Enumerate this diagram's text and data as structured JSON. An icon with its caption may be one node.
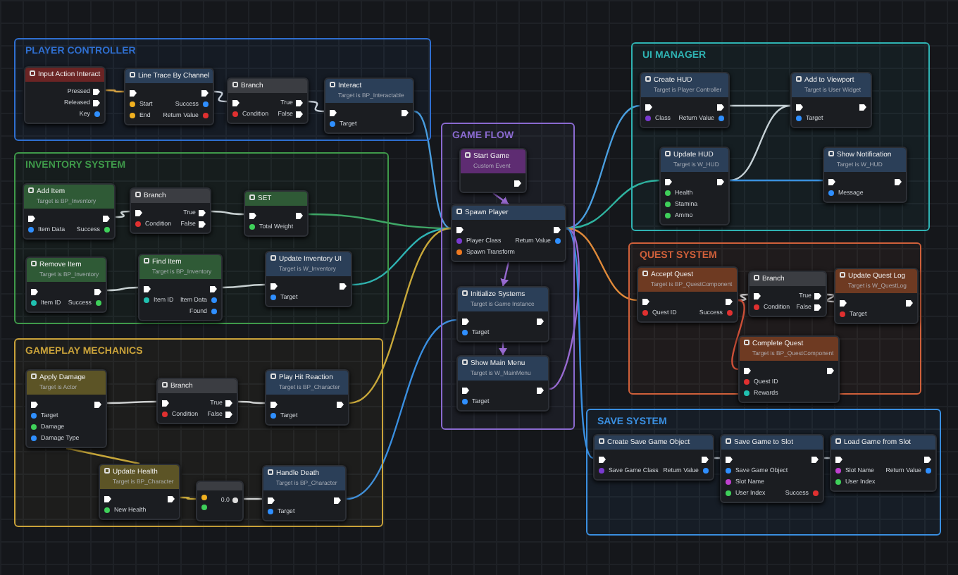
{
  "diagram": {
    "nodes": [
      {
        "text": [
          "PLAYER CONTROLLER"
        ]
      },
      {
        "text": [
          "Input Action Interact",
          "Pressed",
          "Released",
          "Key"
        ],
        "in": 0
      },
      {
        "text": [
          "Line Trace By Channel",
          "Start",
          "End",
          "Success",
          "Return Value"
        ],
        "in": 0
      },
      {
        "text": [
          "Branch",
          "Condition",
          "True",
          "False"
        ],
        "in": 0
      },
      {
        "text": [
          "Interact",
          "Target is BP_Interactable",
          "Target"
        ],
        "in": 0
      },
      {
        "text": [
          "INVENTORY SYSTEM"
        ]
      },
      {
        "text": [
          "Add Item",
          "Target is BP_Inventory",
          "Item Data",
          "Success"
        ],
        "in": 5
      },
      {
        "text": [
          "Branch",
          "Condition",
          "True",
          "False"
        ],
        "in": 5
      },
      {
        "text": [
          "SET",
          "Total Weight"
        ],
        "in": 5
      },
      {
        "text": [
          "Remove Item",
          "Target is BP_Inventory",
          "Item ID",
          "Success"
        ],
        "in": 5
      },
      {
        "text": [
          "Find Item",
          "Target is BP_Inventory",
          "Item ID",
          "Item Data",
          "Found"
        ],
        "in": 5
      },
      {
        "text": [
          "Update Inventory UI",
          "Target is W_Inventory",
          "Target"
        ],
        "in": 5
      },
      {
        "text": [
          "GAMEPLAY MECHANICS"
        ]
      },
      {
        "text": [
          "Apply Damage",
          "Target is Actor",
          "Target",
          "Damage",
          "Damage Type"
        ],
        "in": 12
      },
      {
        "text": [
          "Branch",
          "Condition",
          "True",
          "False"
        ],
        "in": 12
      },
      {
        "text": [
          "Play Hit Reaction",
          "Target is BP_Character",
          "Target"
        ],
        "in": 12
      },
      {
        "text": [
          "Update Health",
          "Target is BP_Character",
          "New Health"
        ],
        "in": 12
      },
      {
        "text": [
          "0.0"
        ],
        "in": 12
      },
      {
        "text": [
          "Handle Death",
          "Target is BP_Character",
          "Target"
        ],
        "in": 12
      },
      {
        "text": [
          "GAME FLOW"
        ]
      },
      {
        "text": [
          "Start Game",
          "Custom Event"
        ],
        "in": 19
      },
      {
        "text": [
          "Spawn Player",
          "Player Class",
          "Spawn Transform",
          "Return Value"
        ],
        "in": 19
      },
      {
        "text": [
          "Initialize Systems",
          "Target is Game Instance",
          "Target"
        ],
        "in": 19
      },
      {
        "text": [
          "Show Main Menu",
          "Target is W_MainMenu",
          "Target"
        ],
        "in": 19
      },
      {
        "text": [
          "UI MANAGER"
        ]
      },
      {
        "text": [
          "Create HUD",
          "Target is Player Controller",
          "Class",
          "Return Value"
        ],
        "in": 24
      },
      {
        "text": [
          "Add to Viewport",
          "Target is User Widget",
          "Target"
        ],
        "in": 24
      },
      {
        "text": [
          "Update HUD",
          "Target is W_HUD",
          "Health",
          "Stamina",
          "Ammo"
        ],
        "in": 24
      },
      {
        "text": [
          "Show Notification",
          "Target is W_HUD",
          "Message"
        ],
        "in": 24
      },
      {
        "text": [
          "QUEST SYSTEM"
        ]
      },
      {
        "text": [
          "Accept Quest",
          "Target is BP_QuestComponent",
          "Quest ID",
          "Success"
        ],
        "in": 29
      },
      {
        "text": [
          "Branch",
          "Condition",
          "True",
          "False"
        ],
        "in": 29
      },
      {
        "text": [
          "Update Quest Log",
          "Target is W_QuestLog",
          "Target"
        ],
        "in": 29
      },
      {
        "text": [
          "Complete Quest",
          "Target is BP_QuestComponent",
          "Quest ID",
          "Rewards"
        ],
        "in": 29
      },
      {
        "text": [
          "SAVE SYSTEM"
        ]
      },
      {
        "text": [
          "Create Save Game Object",
          "Save Game Class",
          "Return Value"
        ],
        "in": 34
      },
      {
        "text": [
          "Save Game to Slot",
          "Save Game Object",
          "Slot Name",
          "User Index",
          "Success"
        ],
        "in": 34
      },
      {
        "text": [
          "Load Game from Slot",
          "Slot Name",
          "User Index",
          "Return Value"
        ],
        "in": 34
      }
    ],
    "edges": [
      {
        "from": 1,
        "to": 2,
        "arrow": "none",
        "color": "#d9a13a"
      },
      {
        "from": 2,
        "to": 3,
        "arrow": "none"
      },
      {
        "from": 3,
        "to": 4,
        "arrow": "none"
      },
      {
        "from": 4,
        "to": 21,
        "arrow": "none",
        "color": "#4a9fe0"
      },
      {
        "from": 6,
        "to": 7,
        "arrow": "none"
      },
      {
        "from": 7,
        "to": 8,
        "arrow": "none"
      },
      {
        "from": 8,
        "to": 21,
        "arrow": "none",
        "color": "#3fa868"
      },
      {
        "from": 9,
        "to": 10,
        "arrow": "none"
      },
      {
        "from": 10,
        "to": 11,
        "arrow": "none"
      },
      {
        "from": 11,
        "to": 21,
        "arrow": "none",
        "color": "#2fb3b3"
      },
      {
        "from": 13,
        "to": 14,
        "arrow": "none"
      },
      {
        "from": 14,
        "to": 15,
        "arrow": "none"
      },
      {
        "from": 13,
        "to": 16,
        "arrow": "none",
        "color": "#c8a83a"
      },
      {
        "from": 16,
        "to": 17,
        "arrow": "none",
        "color": "#c8a83a"
      },
      {
        "from": 17,
        "to": 18,
        "arrow": "none"
      },
      {
        "from": 15,
        "to": 21,
        "arrow": "none",
        "color": "#c8a83a"
      },
      {
        "from": 18,
        "to": 22,
        "arrow": "none",
        "color": "#3a8fe0"
      },
      {
        "from": 20,
        "to": 21,
        "arrow": "to",
        "color": "#9b6ad6"
      },
      {
        "from": 21,
        "to": 22,
        "arrow": "to",
        "color": "#9b6ad6"
      },
      {
        "from": 22,
        "to": 23,
        "arrow": "to",
        "color": "#9b6ad6"
      },
      {
        "from": 21,
        "to": 23,
        "arrow": "none",
        "color": "#9b6ad6"
      },
      {
        "from": 21,
        "to": 25,
        "arrow": "none",
        "color": "#4a9fe0"
      },
      {
        "from": 21,
        "to": 27,
        "arrow": "none",
        "color": "#2fb3a0"
      },
      {
        "from": 21,
        "to": 30,
        "arrow": "none",
        "color": "#e08a3a"
      },
      {
        "from": 21,
        "to": 35,
        "arrow": "none",
        "color": "#3a8fe0"
      },
      {
        "from": 25,
        "to": 26,
        "arrow": "none"
      },
      {
        "from": 27,
        "to": 26,
        "arrow": "none"
      },
      {
        "from": 27,
        "to": 28,
        "arrow": "none",
        "color": "#3a8fe0"
      },
      {
        "from": 30,
        "to": 31,
        "arrow": "none"
      },
      {
        "from": 31,
        "to": 32,
        "arrow": "none"
      },
      {
        "from": 30,
        "to": 33,
        "arrow": "none",
        "color": "#d0503a"
      },
      {
        "from": 35,
        "to": 36,
        "arrow": "none"
      },
      {
        "from": 36,
        "to": 37,
        "arrow": "none"
      }
    ]
  }
}
